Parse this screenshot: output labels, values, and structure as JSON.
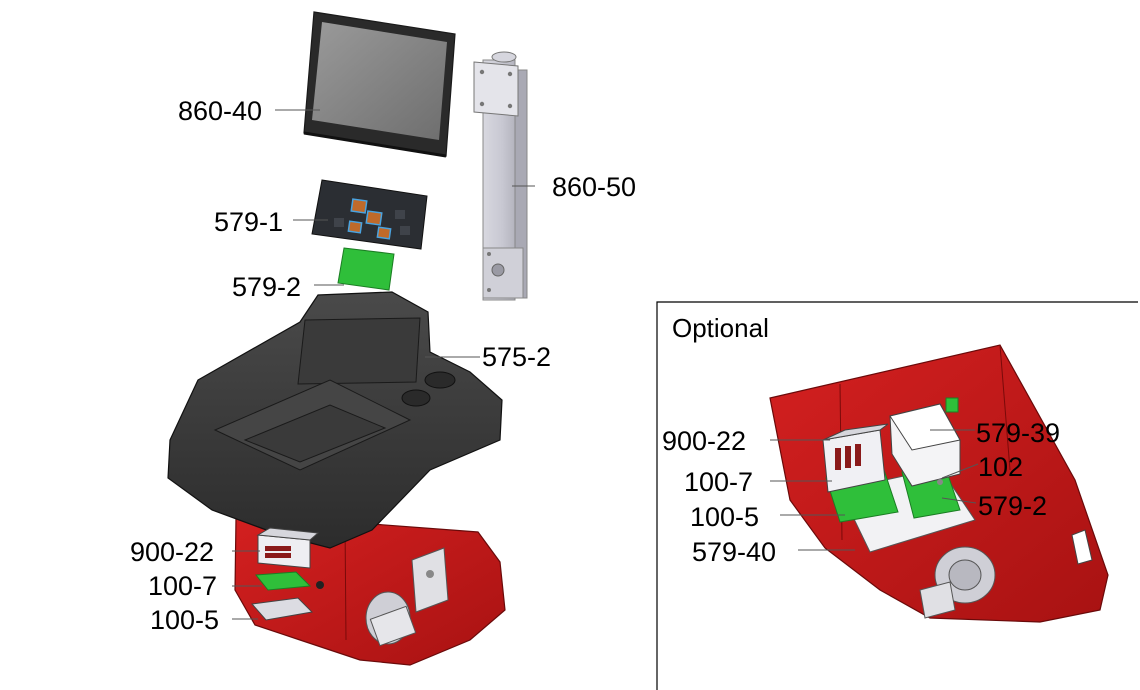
{
  "main_labels": {
    "monitor": "860-40",
    "pole": "860-50",
    "keypad": "579-1",
    "keypad_board": "579-2",
    "console": "575-2",
    "psu": "900-22",
    "board_a": "100-7",
    "board_b": "100-5"
  },
  "inset": {
    "title": "Optional",
    "labels": {
      "psu": "900-22",
      "board_a": "100-7",
      "board_b": "100-5",
      "plate": "579-40",
      "box": "579-39",
      "part_102": "102",
      "keypad_board": "579-2"
    }
  },
  "colors": {
    "base_red": "#c41a1a",
    "console_dark": "#3b3b3b",
    "board_green": "#2fbf3a",
    "monitor_frame": "#2a2a2a",
    "monitor_screen": "#8a8a8a"
  }
}
